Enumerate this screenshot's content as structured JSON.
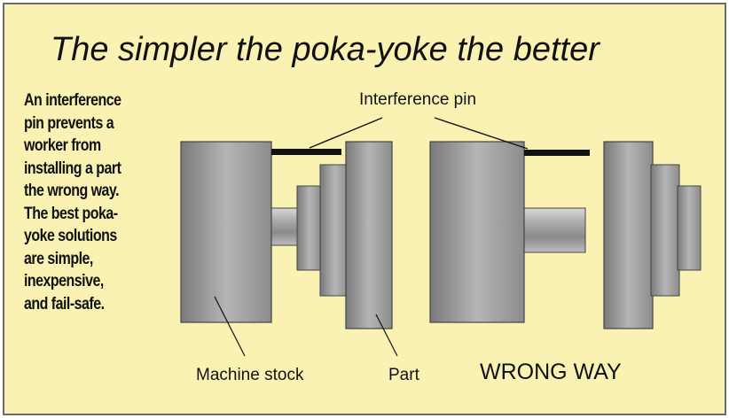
{
  "title": "The simpler the poka-yoke the better",
  "description_lines": [
    "An interference",
    "pin prevents a",
    "worker from",
    "installing a part",
    "the wrong way.",
    "The best poka-",
    "yoke solutions",
    "are simple,",
    "inexpensive,",
    "and fail-safe."
  ],
  "labels": {
    "interference_pin": "Interference pin",
    "machine_stock": "Machine stock",
    "part": "Part",
    "wrong_way": "WRONG WAY"
  },
  "colors": {
    "background": "#f9f2b3",
    "border": "#6b6b6b",
    "metal_dark": "#6f6f6f",
    "metal_light": "#d6d6d6",
    "pin": "#111111"
  }
}
